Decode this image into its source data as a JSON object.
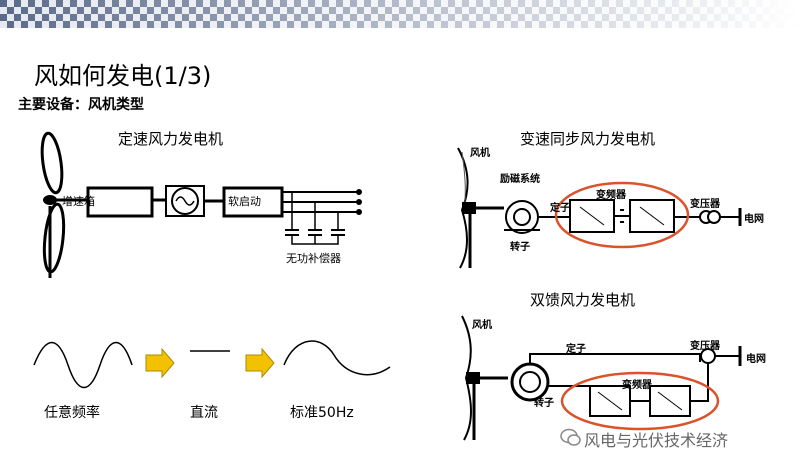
{
  "slide": {
    "title": "风如何发电(1/3)",
    "subtitle": "主要设备：风机类型"
  },
  "diagrams": {
    "fixed_speed": {
      "title": "定速风力发电机",
      "gearbox": "增速箱",
      "converter": "软启动",
      "capacitor": "无功补偿器"
    },
    "variable_sync": {
      "title": "变速同步风力发电机",
      "turbine": "风机",
      "excitation": "励磁系统",
      "stator": "定子",
      "rotor": "转子",
      "converter": "变频器",
      "transformer": "变压器",
      "grid": "电网"
    },
    "doubly_fed": {
      "title": "双馈风力发电机",
      "turbine": "风机",
      "stator": "定子",
      "rotor": "转子",
      "converter": "变频器",
      "transformer": "变压器",
      "grid": "电网"
    }
  },
  "process": {
    "steps": [
      "任意频率",
      "直流",
      "标准50Hz"
    ]
  },
  "watermark": "风电与光伏技术经济",
  "colors": {
    "accent_red": "#d9532c",
    "arrow_fill": "#f2c200",
    "checker": "#5a6a8a"
  }
}
